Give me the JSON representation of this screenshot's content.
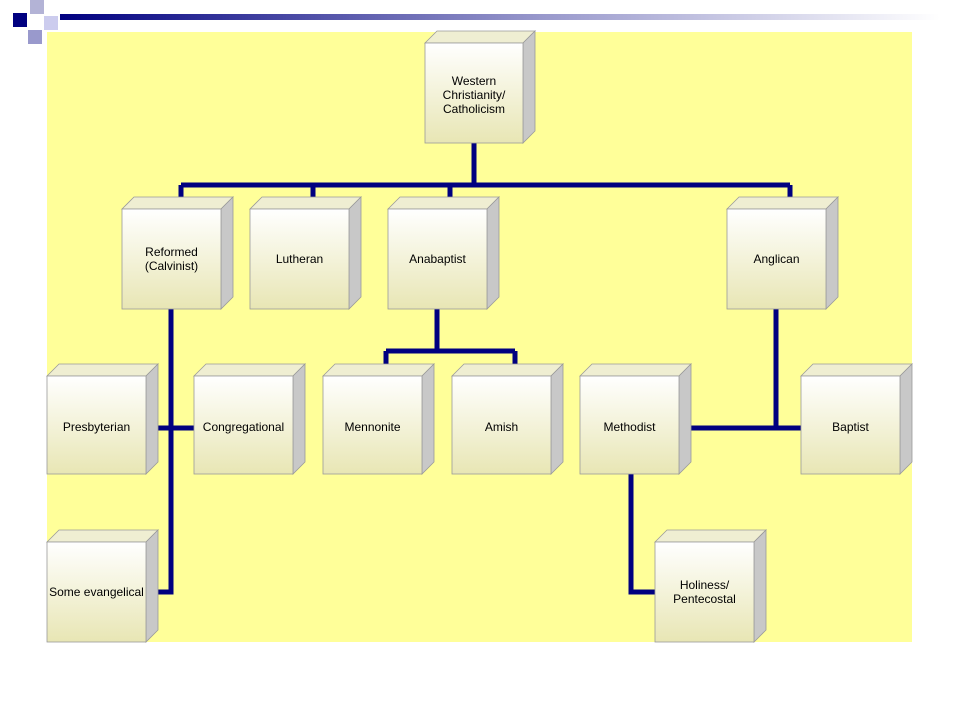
{
  "colors": {
    "background_panel": "#ffff99",
    "connector": "#000080",
    "deco_dark": "#000080",
    "deco_light": "#9999cc",
    "box_top": "#ffffff",
    "box_bottom": "#e8e6b4",
    "box_side": "#c8c8c8"
  },
  "diagram": {
    "nodes": {
      "western": "Western Christianity/\nCatholicism",
      "reformed": "Reformed\n(Calvinist)",
      "lutheran": "Lutheran",
      "anabaptist": "Anabaptist",
      "anglican": "Anglican",
      "presbyterian": "Presbyterian",
      "congregational": "Congregational",
      "mennonite": "Mennonite",
      "amish": "Amish",
      "methodist": "Methodist",
      "baptist": "Baptist",
      "evangelical": "Some evangelical",
      "holiness": "Holiness/\nPentecostal"
    }
  }
}
